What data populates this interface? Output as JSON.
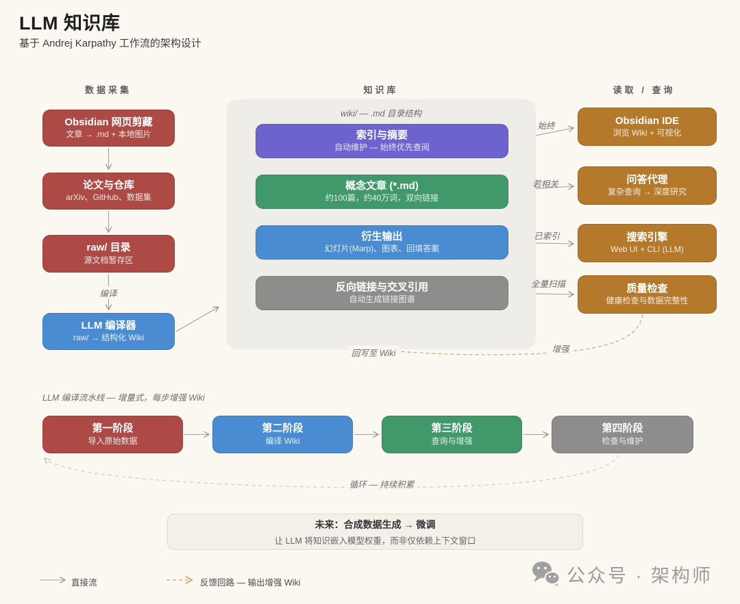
{
  "header": {
    "title": "LLM 知识库",
    "subtitle": "基于 Andrej Karpathy 工作流的架构设计"
  },
  "columns": {
    "left": "数据采集",
    "center": "知识库",
    "right": "读取 / 查询"
  },
  "sources": [
    {
      "title": "Obsidian 网页剪藏",
      "subtitle": "文章 → .md + 本地图片"
    },
    {
      "title": "论文与仓库",
      "subtitle": "arXiv、GitHub、数据集"
    },
    {
      "title": "raw/ 目录",
      "subtitle": "源文档暂存区"
    },
    {
      "title": "LLM 编译器",
      "subtitle": "raw/ → 结构化 Wiki"
    }
  ],
  "compile_edge_label": "编译",
  "wiki": {
    "label": "wiki/ — .md 目录结构",
    "nodes": [
      {
        "title": "索引与摘要",
        "subtitle": "自动维护 — 始终优先查阅"
      },
      {
        "title": "概念文章 (*.md)",
        "subtitle": "约100篇，约40万词，双向链接"
      },
      {
        "title": "衍生输出",
        "subtitle": "幻灯片(Marp)、图表、回填答案"
      },
      {
        "title": "反向链接与交叉引用",
        "subtitle": "自动生成链接图谱"
      }
    ]
  },
  "consumers": [
    {
      "title": "Obsidian IDE",
      "subtitle": "浏览 Wiki + 可视化",
      "edge_label": "始终"
    },
    {
      "title": "问答代理",
      "subtitle": "复杂查询 → 深度研究",
      "edge_label": "若相关"
    },
    {
      "title": "搜索引擎",
      "subtitle": "Web UI + CLI (LLM)",
      "edge_label": "已索引"
    },
    {
      "title": "质量检查",
      "subtitle": "健康检查与数据完整性",
      "edge_label": "全量扫描"
    }
  ],
  "feedback": {
    "writeback_label": "回写至 Wiki",
    "enhance_label": "增强"
  },
  "pipeline": {
    "label": "LLM 编译流水线 — 增量式，每步增强 Wiki",
    "stages": [
      {
        "title": "第一阶段",
        "subtitle": "导入原始数据"
      },
      {
        "title": "第二阶段",
        "subtitle": "编译 Wiki"
      },
      {
        "title": "第三阶段",
        "subtitle": "查询与增强"
      },
      {
        "title": "第四阶段",
        "subtitle": "检查与维护"
      }
    ],
    "loop_label": "循环 — 持续积累"
  },
  "future": {
    "title": "未来：合成数据生成 → 微调",
    "subtitle": "让 LLM 将知识嵌入模型权重，而非仅依赖上下文窗口"
  },
  "legend": {
    "direct": "直接流",
    "feedback": "反馈回路 — 输出增强 Wiki"
  },
  "watermark": {
    "icon": "wechat-icon",
    "text": "公众号 · 架构师"
  },
  "palette": {
    "red": "#AE4A46",
    "blue": "#4A8CD2",
    "purple": "#6C63CF",
    "green": "#41996B",
    "graynode": "#8D8D8B",
    "orange": "#B5792B",
    "tan": "#D4A472",
    "bg": "#FAF8F1",
    "panel": "#EFEDE7"
  }
}
